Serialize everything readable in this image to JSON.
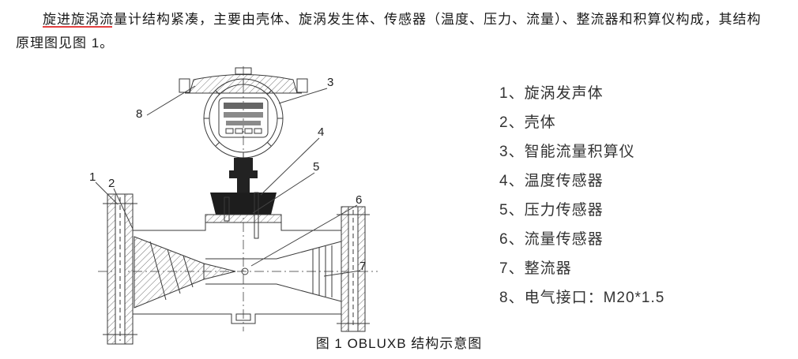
{
  "document": {
    "paragraph_line1": "旋进旋涡流量计结构紧凑，主要由壳体、旋涡发生体、传感器（温度、压力、流量）、整流器和积算仪构成，其结构",
    "paragraph_line2": "原理图见图 1。",
    "caption": "图 1 OBLUXB 结构示意图"
  },
  "legend": {
    "items": [
      "1、旋涡发声体",
      "2、壳体",
      "3、智能流量积算仪",
      "4、温度传感器",
      "5、压力传感器",
      "6、流量传感器",
      "7、整流器",
      "8、电气接口：M20*1.5"
    ]
  },
  "diagram": {
    "callouts": [
      "1",
      "2",
      "3",
      "4",
      "5",
      "6",
      "7",
      "8"
    ]
  }
}
